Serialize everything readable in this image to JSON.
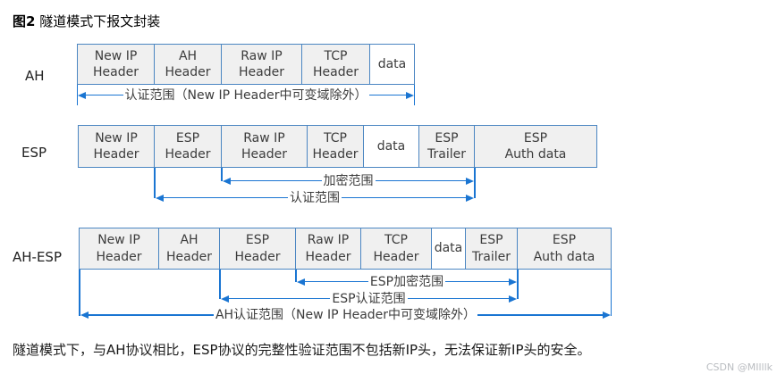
{
  "title": {
    "prefix": "图2",
    "text": " 隧道模式下报文封装"
  },
  "footer": {
    "text": "隧道模式下，与AH协议相比，ESP协议的完整性验证范围不包括新IP头，无法保证新IP头的安全。"
  },
  "watermark": {
    "text": "CSDN @MIlllk"
  },
  "colors": {
    "box_border": "#4b86c2",
    "box_fill": "#f0f0f0",
    "arrow": "#1a75d2",
    "box_text": "#3c3c3c"
  },
  "diagram": {
    "rows": [
      {
        "label": "AH",
        "boxes": [
          {
            "label": "New IP\nHeader"
          },
          {
            "label": "AH\nHeader"
          },
          {
            "label": "Raw IP\nHeader"
          },
          {
            "label": "TCP\nHeader"
          },
          {
            "label": "data"
          }
        ],
        "annotations": [
          {
            "text": "认证范围（New IP Header中可变域除外）"
          }
        ]
      },
      {
        "label": "ESP",
        "boxes": [
          {
            "label": "New IP\nHeader"
          },
          {
            "label": "ESP\nHeader"
          },
          {
            "label": "Raw IP\nHeader"
          },
          {
            "label": "TCP\nHeader"
          },
          {
            "label": "data"
          },
          {
            "label": "ESP\nTrailer"
          },
          {
            "label": "ESP\nAuth data"
          }
        ],
        "annotations": [
          {
            "text": "加密范围"
          },
          {
            "text": "认证范围"
          }
        ]
      },
      {
        "label": "AH-ESP",
        "boxes": [
          {
            "label": "New IP\nHeader"
          },
          {
            "label": "AH\nHeader"
          },
          {
            "label": "ESP\nHeader"
          },
          {
            "label": "Raw IP\nHeader"
          },
          {
            "label": "TCP\nHeader"
          },
          {
            "label": "data"
          },
          {
            "label": "ESP\nTrailer"
          },
          {
            "label": "ESP\nAuth data"
          }
        ],
        "annotations": [
          {
            "text": "ESP加密范围"
          },
          {
            "text": "ESP认证范围"
          },
          {
            "text": "AH认证范围（New IP Header中可变域除外）"
          }
        ]
      }
    ]
  }
}
